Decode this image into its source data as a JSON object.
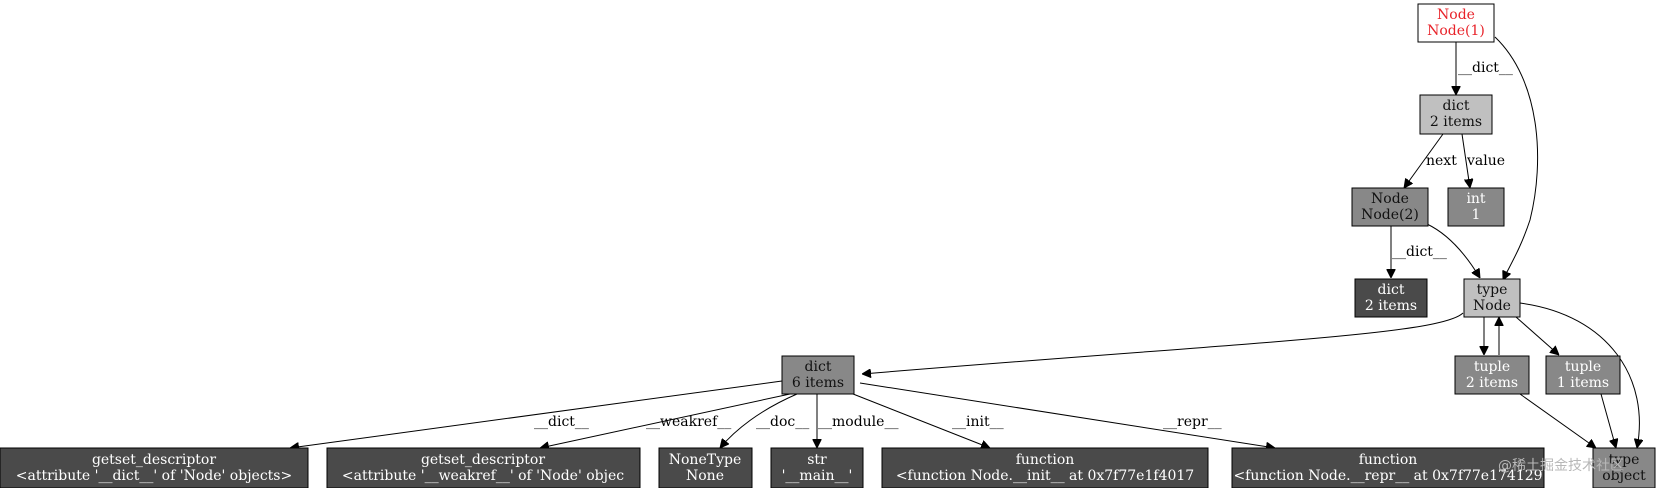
{
  "colors": {
    "root_text": "#e8232a",
    "light": "#c0c0c0",
    "mid": "#888888",
    "dark": "#4a4a4a",
    "white_text": "#ffffff",
    "black_text": "#111111"
  },
  "nodes": {
    "root": {
      "line1": "Node",
      "line2": "Node(1)"
    },
    "dict_root": {
      "line1": "dict",
      "line2": "2 items"
    },
    "node2": {
      "line1": "Node",
      "line2": "Node(2)"
    },
    "int1": {
      "line1": "int",
      "line2": "1"
    },
    "dict_node2": {
      "line1": "dict",
      "line2": "2 items"
    },
    "type_node": {
      "line1": "type",
      "line2": "Node"
    },
    "dict6": {
      "line1": "dict",
      "line2": "6 items"
    },
    "tuple2": {
      "line1": "tuple",
      "line2": "2 items"
    },
    "tuple1": {
      "line1": "tuple",
      "line2": "1 items"
    },
    "getset_dict": {
      "line1": "getset_descriptor",
      "line2": "<attribute '__dict__' of 'Node' objects>"
    },
    "getset_weakref": {
      "line1": "getset_descriptor",
      "line2": "<attribute '__weakref__' of 'Node' objec"
    },
    "nonetype": {
      "line1": "NoneType",
      "line2": "None"
    },
    "str_main": {
      "line1": "str",
      "line2": "'__main__'"
    },
    "func_init": {
      "line1": "function",
      "line2": "<function Node.__init__ at 0x7f77e1f4017"
    },
    "func_repr": {
      "line1": "function",
      "line2": "<function Node.__repr__ at 0x7f77e174129"
    },
    "type_object": {
      "line1": "type",
      "line2": "object"
    }
  },
  "edge_labels": {
    "root_dict": "__dict__",
    "next": "next",
    "value": "value",
    "node2_dict": "__dict__",
    "dict6_dict": "__dict__",
    "weakref": "__weakref__",
    "doc": "__doc__",
    "module": "__module__",
    "init": "__init__",
    "repr": "__repr__"
  },
  "watermark": "@稀土掘金技术社区"
}
